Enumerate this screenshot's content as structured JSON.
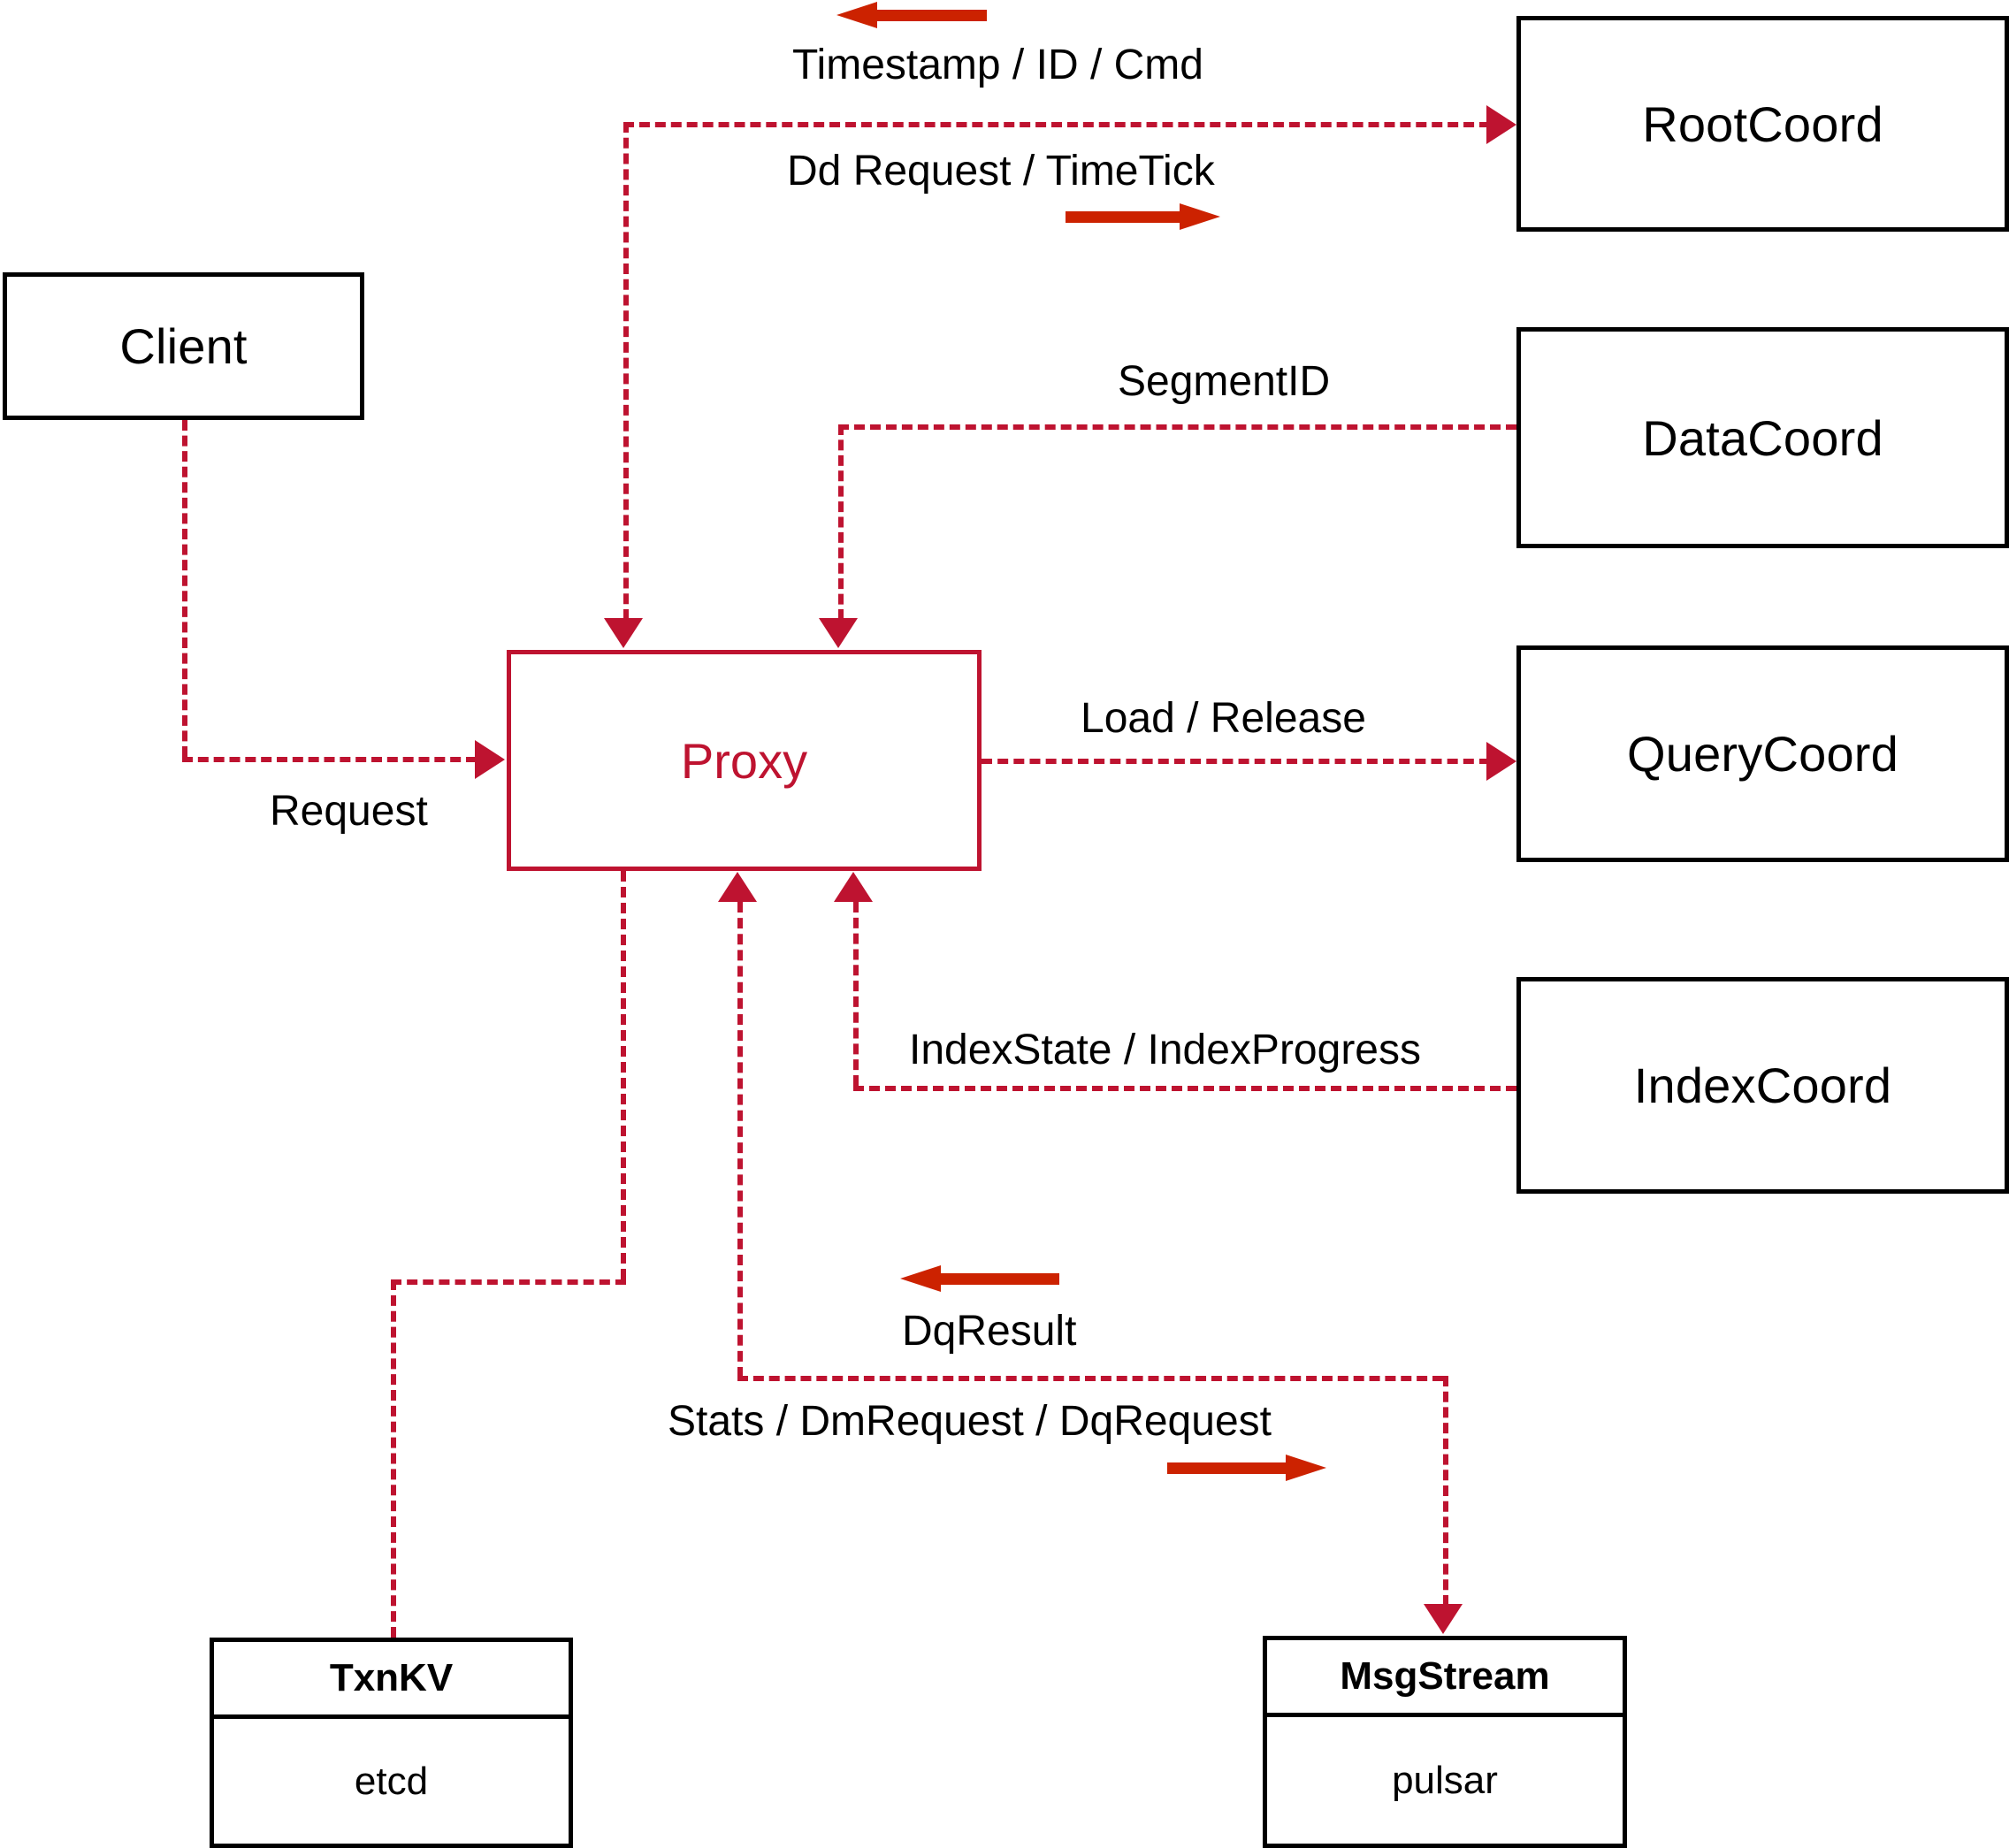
{
  "diagram": {
    "title": "Proxy component interaction diagram",
    "colors": {
      "dashed_line": "#BE1330",
      "solid_arrow": "#CC2200",
      "node_border": "#000000",
      "proxy_border": "#BE1330",
      "proxy_text": "#BE1330",
      "background": "#FFFFFF"
    }
  },
  "nodes": {
    "client": {
      "label": "Client"
    },
    "proxy": {
      "label": "Proxy"
    },
    "root_coord": {
      "label": "RootCoord"
    },
    "data_coord": {
      "label": "DataCoord"
    },
    "query_coord": {
      "label": "QueryCoord"
    },
    "index_coord": {
      "label": "IndexCoord"
    },
    "txnkv": {
      "header": "TxnKV",
      "body": "etcd"
    },
    "msgstream": {
      "header": "MsgStream",
      "body": "pulsar"
    }
  },
  "edge_labels": {
    "timestamp_id_cmd": "Timestamp / ID / Cmd",
    "dd_request_timetick": "Dd Request / TimeTick",
    "segment_id": "SegmentID",
    "request": "Request",
    "load_release": "Load / Release",
    "index_state_progress": "IndexState / IndexProgress",
    "dq_result": "DqResult",
    "stats_dm_dq_request": "Stats / DmRequest / DqRequest"
  }
}
